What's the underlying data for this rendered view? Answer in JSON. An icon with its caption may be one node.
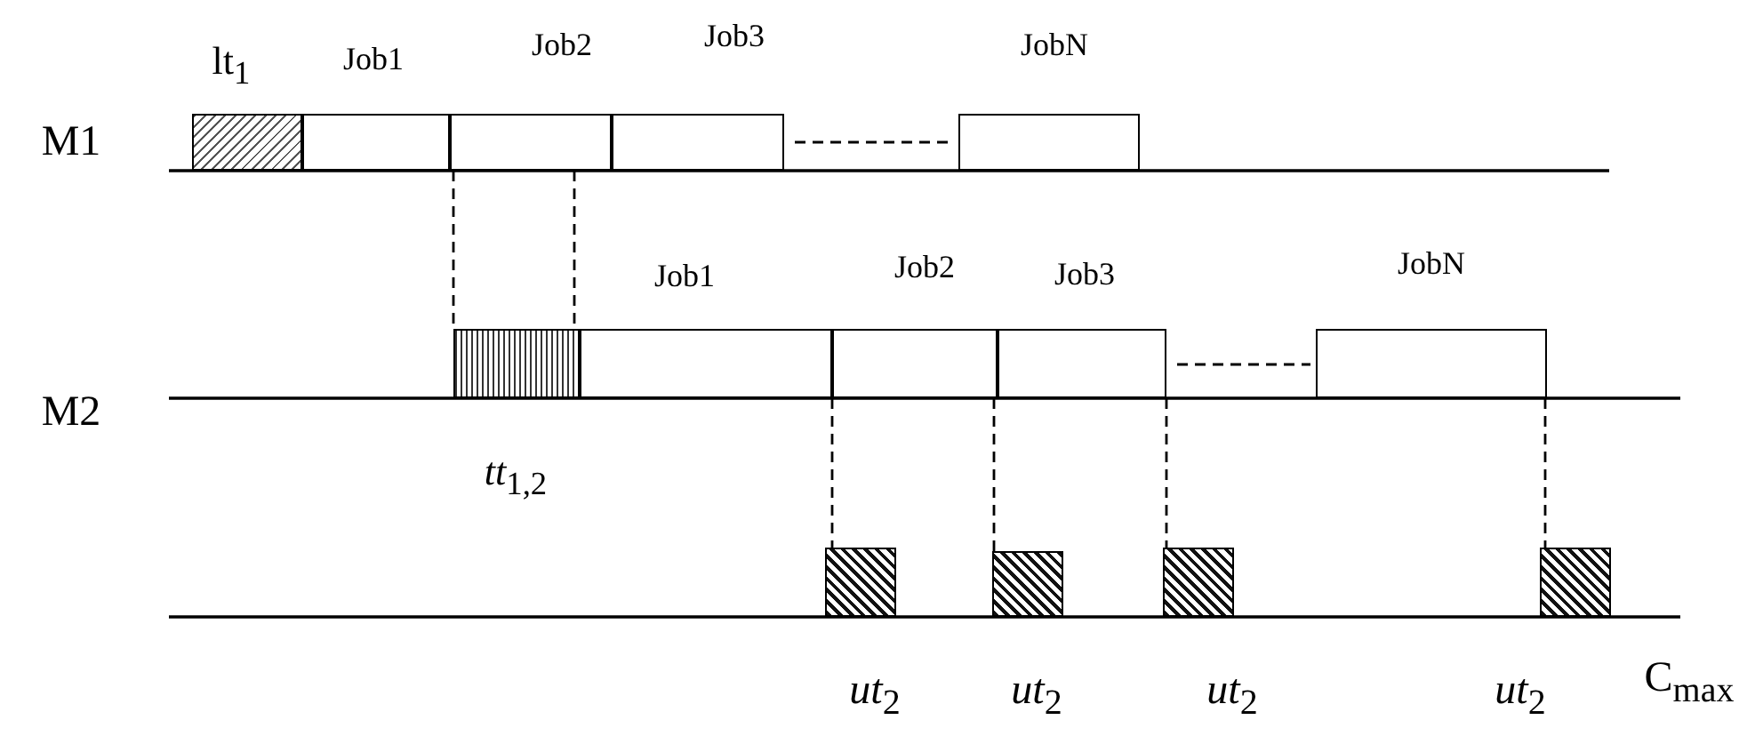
{
  "diagram": {
    "nodes": [
      {
        "text": [
          "lt$_{1}$"
        ]
      },
      {
        "text": [
          "Job1"
        ]
      },
      {
        "text": [
          "Job2"
        ]
      },
      {
        "text": [
          "Job3"
        ]
      },
      {
        "text": [
          "JobN"
        ]
      },
      {
        "text": [
          "*tt*$_{1,2}$"
        ]
      },
      {
        "text": [
          "Job1"
        ]
      },
      {
        "text": [
          "Job2"
        ]
      },
      {
        "text": [
          "Job3"
        ]
      },
      {
        "text": [
          "JobN"
        ]
      },
      {
        "text": [
          "*ut*$_{2}$"
        ]
      },
      {
        "text": [
          "*ut*$_{2}$"
        ]
      },
      {
        "text": [
          "*ut*$_{2}$"
        ]
      },
      {
        "text": [
          "*ut*$_{2}$"
        ]
      }
    ],
    "edges": [
      {
        "from": 2,
        "to": 5,
        "arrow": "none",
        "style": "dashed"
      },
      {
        "from": 2,
        "to": 5,
        "arrow": "none",
        "style": "dashed"
      },
      {
        "from": 3,
        "to": 4,
        "arrow": "none",
        "style": "dashed"
      },
      {
        "from": 8,
        "to": 9,
        "arrow": "none",
        "style": "dashed"
      },
      {
        "from": 6,
        "to": 10,
        "arrow": "none",
        "style": "dashed"
      },
      {
        "from": 7,
        "to": 11,
        "arrow": "none",
        "style": "dashed"
      },
      {
        "from": 8,
        "to": 12,
        "arrow": "none",
        "style": "dashed"
      },
      {
        "from": 9,
        "to": 13,
        "arrow": "none",
        "style": "dashed"
      }
    ],
    "labels": [
      "M1",
      "M2",
      "C$_{max}$"
    ]
  }
}
